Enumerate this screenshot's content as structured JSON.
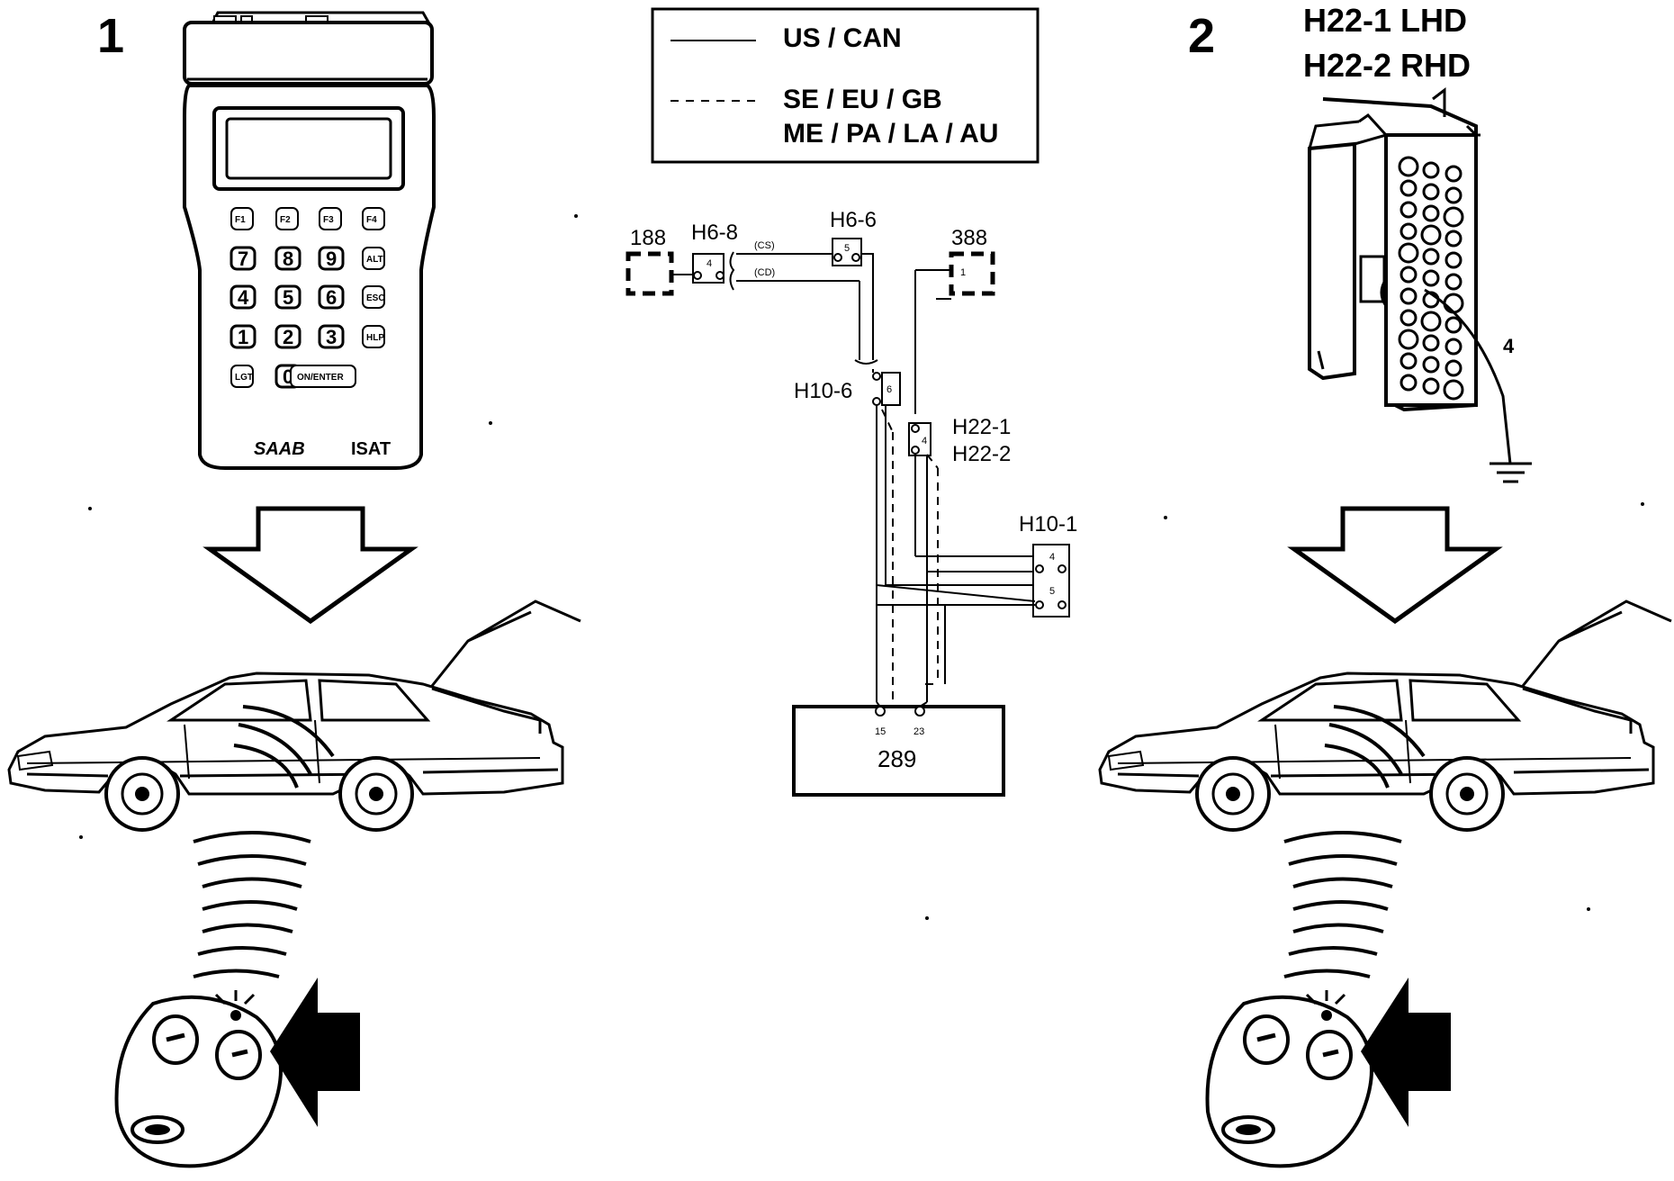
{
  "step1": {
    "number": "1"
  },
  "step2": {
    "number": "2",
    "connector_lines": [
      "H22-1 LHD",
      "H22-2 RHD"
    ],
    "pin_label": "4"
  },
  "tester": {
    "brand": "SAAB",
    "model": "ISAT",
    "keys": [
      "F1",
      "F2",
      "F3",
      "F4",
      "7",
      "8",
      "9",
      "ALT",
      "4",
      "5",
      "6",
      "ESC",
      "1",
      "2",
      "3",
      "HLP",
      "LGT",
      "0",
      "ON/ENTER"
    ]
  },
  "legend": {
    "solid_label": "US / CAN",
    "dashed_label_1": "SE / EU / GB",
    "dashed_label_2": "ME / PA / LA / AU"
  },
  "wiring": {
    "comp_188": "188",
    "comp_388": "388",
    "comp_289": "289",
    "h6_8": {
      "label": "H6-8",
      "pin": "4"
    },
    "h6_6": {
      "label": "H6-6",
      "pin": "5"
    },
    "h10_6": {
      "label": "H10-6",
      "pin": "6"
    },
    "h22": {
      "label_1": "H22-1",
      "label_2": "H22-2",
      "pin": "4"
    },
    "h10_1": {
      "label": "H10-1",
      "pin_a": "4",
      "pin_b": "5"
    },
    "pin_388": "1",
    "wire_cs": "(CS)",
    "wire_cd": "(CD)",
    "ecu_pin_a": "15",
    "ecu_pin_b": "23"
  }
}
